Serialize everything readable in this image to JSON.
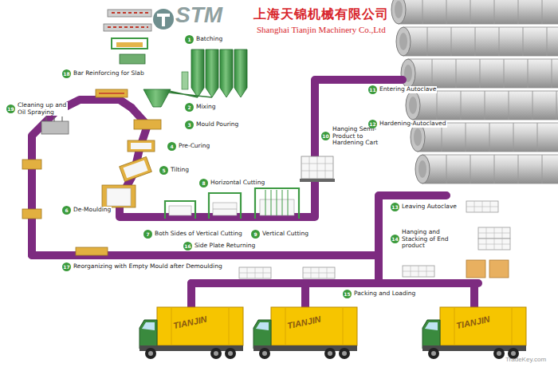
{
  "diagram": {
    "nodes": [
      {
        "text": [
          "1",
          "Batching"
        ]
      },
      {
        "text": [
          "2",
          "Mixing"
        ]
      },
      {
        "text": [
          "3",
          "Mould Pouring"
        ]
      },
      {
        "text": [
          "4",
          "Pre-Curing"
        ]
      },
      {
        "text": [
          "5",
          "Tilting"
        ]
      },
      {
        "text": [
          "6",
          "De-Moulding"
        ]
      },
      {
        "text": [
          "7",
          "Both Sides of Vertical Cutting"
        ]
      },
      {
        "text": [
          "8",
          "Horizontal Cutting"
        ]
      },
      {
        "text": [
          "9",
          "Vertical Cutting"
        ]
      },
      {
        "text": [
          "10",
          "Hanging Semi-Product to Hardening Cart"
        ]
      },
      {
        "text": [
          "11",
          "Entering Autoclave"
        ]
      },
      {
        "text": [
          "12",
          "Hardening-Autoclaved"
        ]
      },
      {
        "text": [
          "13",
          "Leaving Autoclave"
        ]
      },
      {
        "text": [
          "14",
          "Hanging and Stacking of End product"
        ]
      },
      {
        "text": [
          "15",
          "Packing and Loading"
        ]
      },
      {
        "text": [
          "16",
          "Side Plate Returning"
        ]
      },
      {
        "text": [
          "17",
          "Reorganizing with Empty Mould after Demoulding"
        ]
      },
      {
        "text": [
          "18",
          "Bar Reinforcing for Slab"
        ]
      },
      {
        "text": [
          "19",
          "Cleaning up and Oil Spraying"
        ]
      }
    ],
    "labels": [
      "STM",
      "上海天锦机械有限公司",
      "Shanghai Tianjin Machinery Co.,Ltd",
      "TIANJIN",
      "TIANJIN",
      "TIANJIN",
      "TradeKey.com"
    ]
  }
}
